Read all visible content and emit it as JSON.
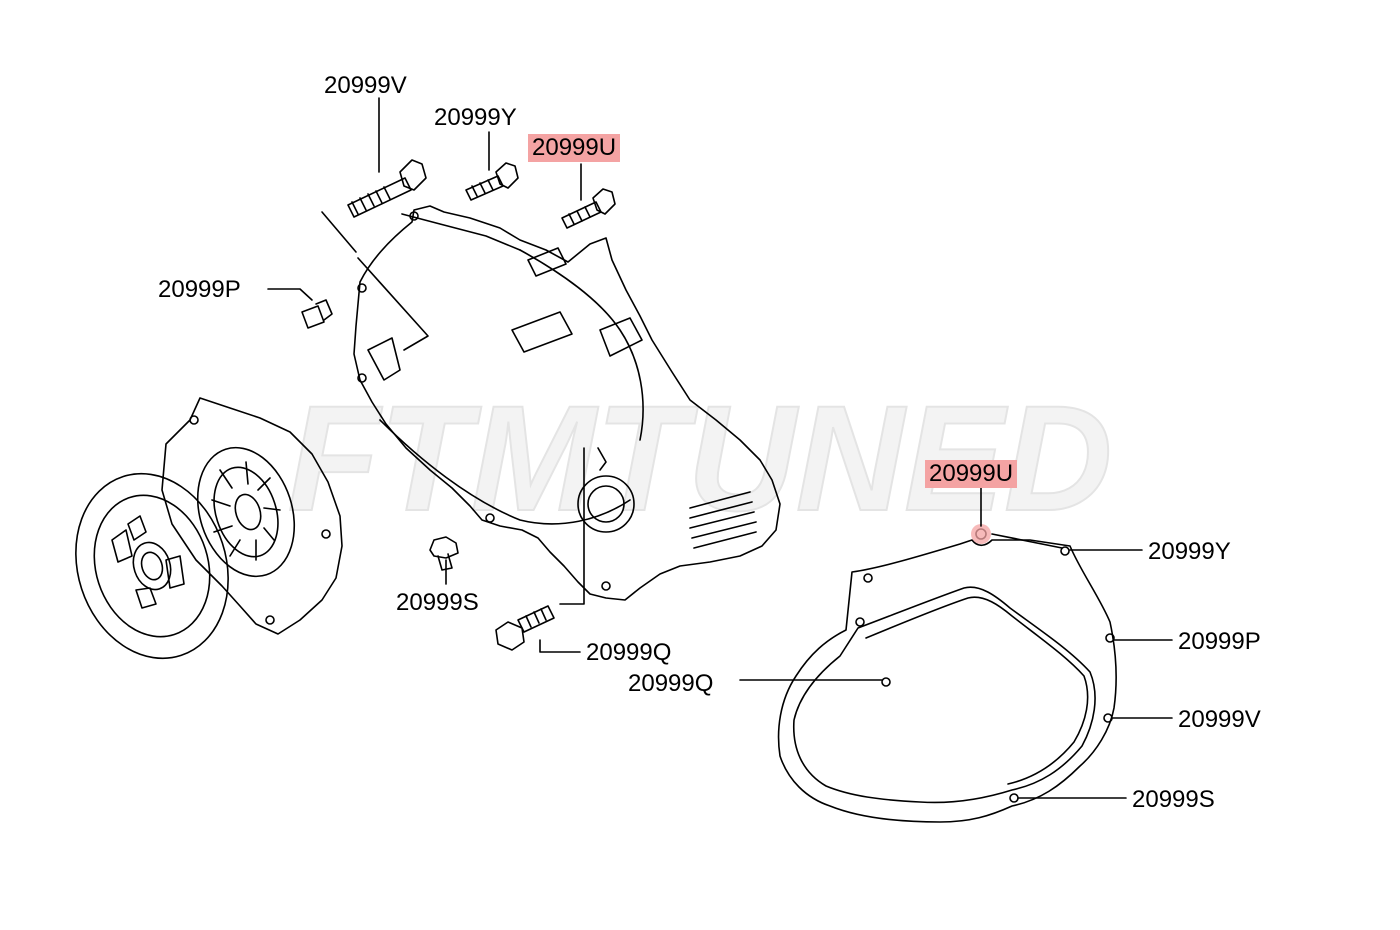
{
  "watermark": "FTMTUNED",
  "highlight_color": "#f4a3a3",
  "line_color": "#000000",
  "labels": {
    "v_top": "20999V",
    "y_top": "20999Y",
    "u_top": "20999U",
    "p_left": "20999P",
    "s_bottom": "20999S",
    "q_bolt": "20999Q",
    "u_gasket": "20999U",
    "y_right": "20999Y",
    "p_right": "20999P",
    "q_gasket": "20999Q",
    "v_right": "20999V",
    "s_right": "20999S"
  }
}
